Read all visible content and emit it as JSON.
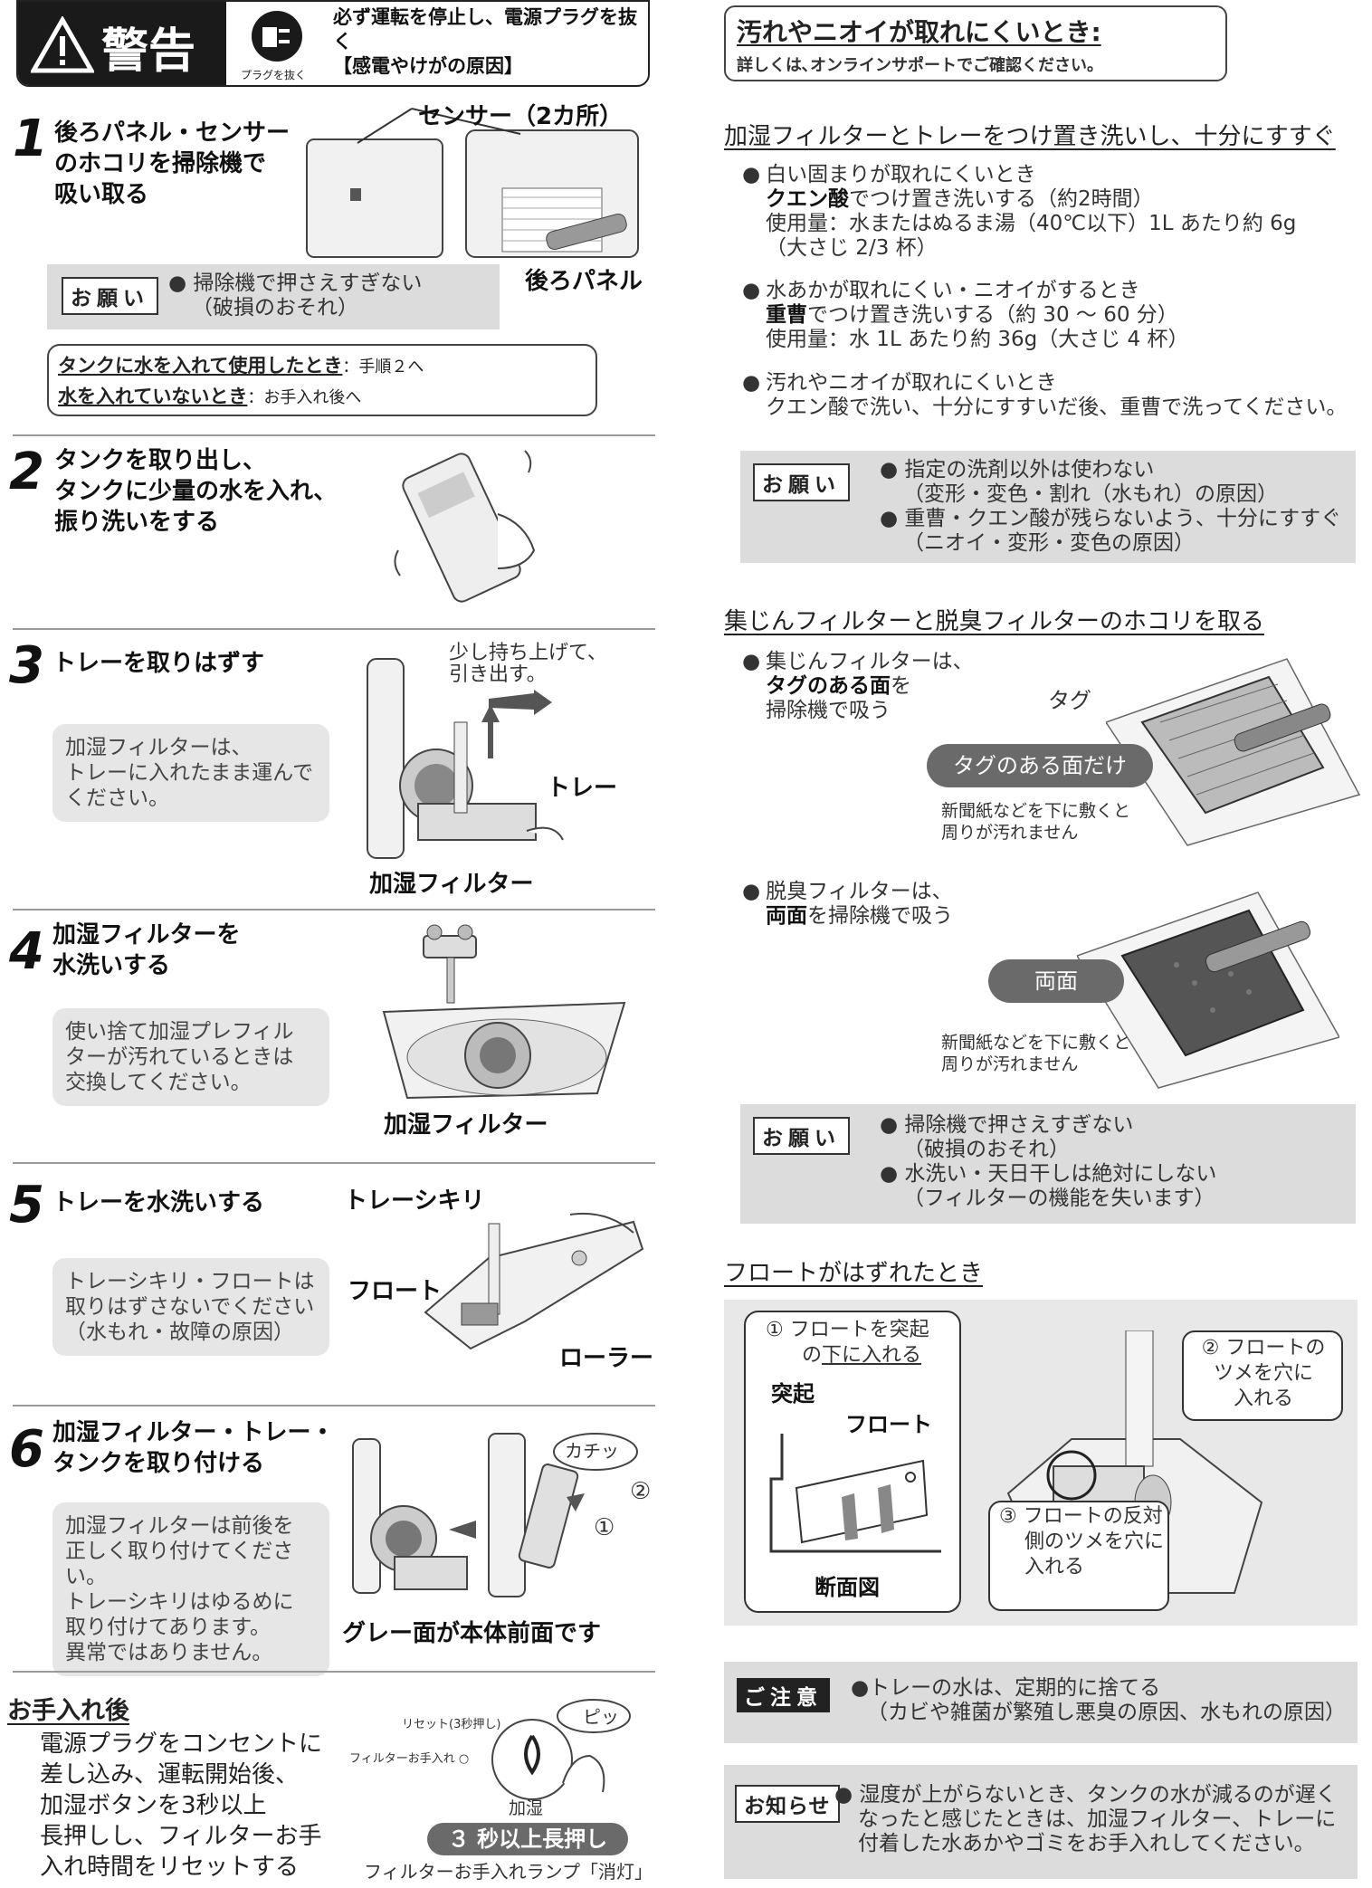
{
  "warning": {
    "word": "警告",
    "icon_caption": "プラグを抜く",
    "text": "必ず運転を停止し、電源プラグを抜く",
    "reason": "【感電やけがの原因】"
  },
  "steps": {
    "s1": {
      "num": "1",
      "title_l1": "後ろパネル・センサー",
      "title_l2": "のホコリを掃除機で",
      "title_l3": "吸い取る",
      "sensor_label": "センサー（2カ所）",
      "panel_label": "後ろパネル",
      "onegai_tag": "お願い",
      "onegai_text_l1": "● 掃除機で押さえすぎない",
      "onegai_text_l2": "（破損のおそれ）",
      "box_l1_head": "タンクに水を入れて使用したとき",
      "box_l1_tail": "：手順２へ",
      "box_l2_head": "水を入れていないとき",
      "box_l2_tail": "：お手入れ後へ"
    },
    "s2": {
      "num": "2",
      "title_l1": "タンクを取り出し、",
      "title_l2": "タンクに少量の水を入れ、",
      "title_l3": "振り洗いをする"
    },
    "s3": {
      "num": "3",
      "title": "トレーを取りはずす",
      "note_l1": "加湿フィルターは、",
      "note_l2": "トレーに入れたまま運んで",
      "note_l3": "ください。",
      "lift_l1": "少し持ち上げて、",
      "lift_l2": "引き出す。",
      "tray_label": "トレー",
      "filter_label": "加湿フィルター"
    },
    "s4": {
      "num": "4",
      "title_l1": "加湿フィルターを",
      "title_l2": "水洗いする",
      "note_l1": "使い捨て加湿プレフィル",
      "note_l2": "ターが汚れているときは",
      "note_l3": "交換してください。",
      "filter_label": "加湿フィルター"
    },
    "s5": {
      "num": "5",
      "title": "トレーを水洗いする",
      "note_l1": "トレーシキリ・フロートは",
      "note_l2": "取りはずさないでください",
      "note_l3": "（水もれ・故障の原因）",
      "label_shikiri": "トレーシキリ",
      "label_float": "フロート",
      "label_roller": "ローラー"
    },
    "s6": {
      "num": "6",
      "title_l1": "加湿フィルター・トレー・",
      "title_l2": "タンクを取り付ける",
      "note_l1": "加湿フィルターは前後を",
      "note_l2": "正しく取り付けてください。",
      "note_l3": "トレーシキリはゆるめに",
      "note_l4": "取り付けてあります。",
      "note_l5": "異常ではありません。",
      "click": "カチッ",
      "c2": "②",
      "c1": "①",
      "gray_label": "グレー面が本体前面です"
    }
  },
  "after": {
    "title": "お手入れ後",
    "l1": "電源プラグをコンセントに",
    "l2": "差し込み、運転開始後、",
    "l3": "加湿ボタンを3秒以上",
    "l4": "長押しし、フィルターお手",
    "l5": "入れ時間をリセットする",
    "reset_label": "リセット(3秒押し)",
    "lamp_label": "フィルターお手入れ ○",
    "pi": "ピッ",
    "button_label": "加湿",
    "press": "３ 秒以上長押し",
    "lamp_off": "フィルターお手入れランプ「消灯」"
  },
  "right": {
    "box_title": "汚れやニオイが取れにくいとき:",
    "box_sub": "詳しくは､オンラインサポートでご確認ください。",
    "sec1": {
      "head": "加湿フィルターとトレーをつけ置き洗いし、十分にすすぐ",
      "b1_l1": "白い固まりが取れにくいとき",
      "b1_l2_bold": "クエン酸",
      "b1_l2_rest": "でつけ置き洗いする（約2時間）",
      "b1_l3": "使用量：水またはぬるま湯（40℃以下）1L あたり約 6g",
      "b1_l4": "（大さじ 2/3 杯）",
      "b2_l1": "水あかが取れにくい・ニオイがするとき",
      "b2_l2_bold": "重曹",
      "b2_l2_rest": "でつけ置き洗いする（約 30 ～ 60 分）",
      "b2_l3": "使用量：水 1L あたり約 36g（大さじ 4 杯）",
      "b3_l1": "汚れやニオイが取れにくいとき",
      "b3_l2": "クエン酸で洗い、十分にすすいだ後、重曹で洗ってください。",
      "onegai_tag": "お願い",
      "o_l1": "● 指定の洗剤以外は使わない",
      "o_l2": "（変形・変色・割れ（水もれ）の原因）",
      "o_l3": "● 重曹・クエン酸が残らないよう、十分にすすぐ",
      "o_l4": "（ニオイ・変形・変色の原因）"
    },
    "sec2": {
      "head": "集じんフィルターと脱臭フィルターのホコリを取る",
      "b1_l1": "集じんフィルターは、",
      "b1_l2": "タグのある面",
      "b1_l2_rest": "を",
      "b1_l3": "掃除機で吸う",
      "tag_label": "タグ",
      "tag_pill": "タグのある面だけ",
      "news1_l1": "新聞紙などを下に敷くと",
      "news1_l2": "周りが汚れません",
      "b2_l1": "脱臭フィルターは、",
      "b2_l2_bold": "両面",
      "b2_l2_rest": "を掃除機で吸う",
      "both_pill": "両面",
      "news2_l1": "新聞紙などを下に敷くと",
      "news2_l2": "周りが汚れません",
      "onegai_tag": "お願い",
      "o_l1": "● 掃除機で押さえすぎない",
      "o_l2": "（破損のおそれ）",
      "o_l3": "● 水洗い・天日干しは絶対にしない",
      "o_l4": "（フィルターの機能を失います）"
    },
    "sec3": {
      "head": "フロートがはずれたとき",
      "c1_l1": "① フロートを突起",
      "c1_l2a": "の",
      "c1_l2u": "下に入れる",
      "tokki": "突起",
      "float": "フロート",
      "section": "断面図",
      "c2_l1": "② フロートの",
      "c2_l2": "ツメを穴に",
      "c2_l3": "入れる",
      "c3_l1": "③ フロートの反対",
      "c3_l2": "側のツメを穴に",
      "c3_l3": "入れる"
    },
    "caution": {
      "tag": "ご注意",
      "l1": "●トレーの水は、定期的に捨てる",
      "l2": "（カビや雑菌が繁殖し悪臭の原因、水もれの原因）"
    },
    "notice": {
      "tag": "お知らせ",
      "l1": "● 湿度が上がらないとき、タンクの水が減るのが遅く",
      "l2": "なったと感じたときは、加湿フィルター、トレーに",
      "l3": "付着した水あかやゴミをお手入れしてください。"
    }
  },
  "colors": {
    "accent": "#222222",
    "gray_box": "#e6e6e6",
    "pill": "#6a6a6a"
  }
}
